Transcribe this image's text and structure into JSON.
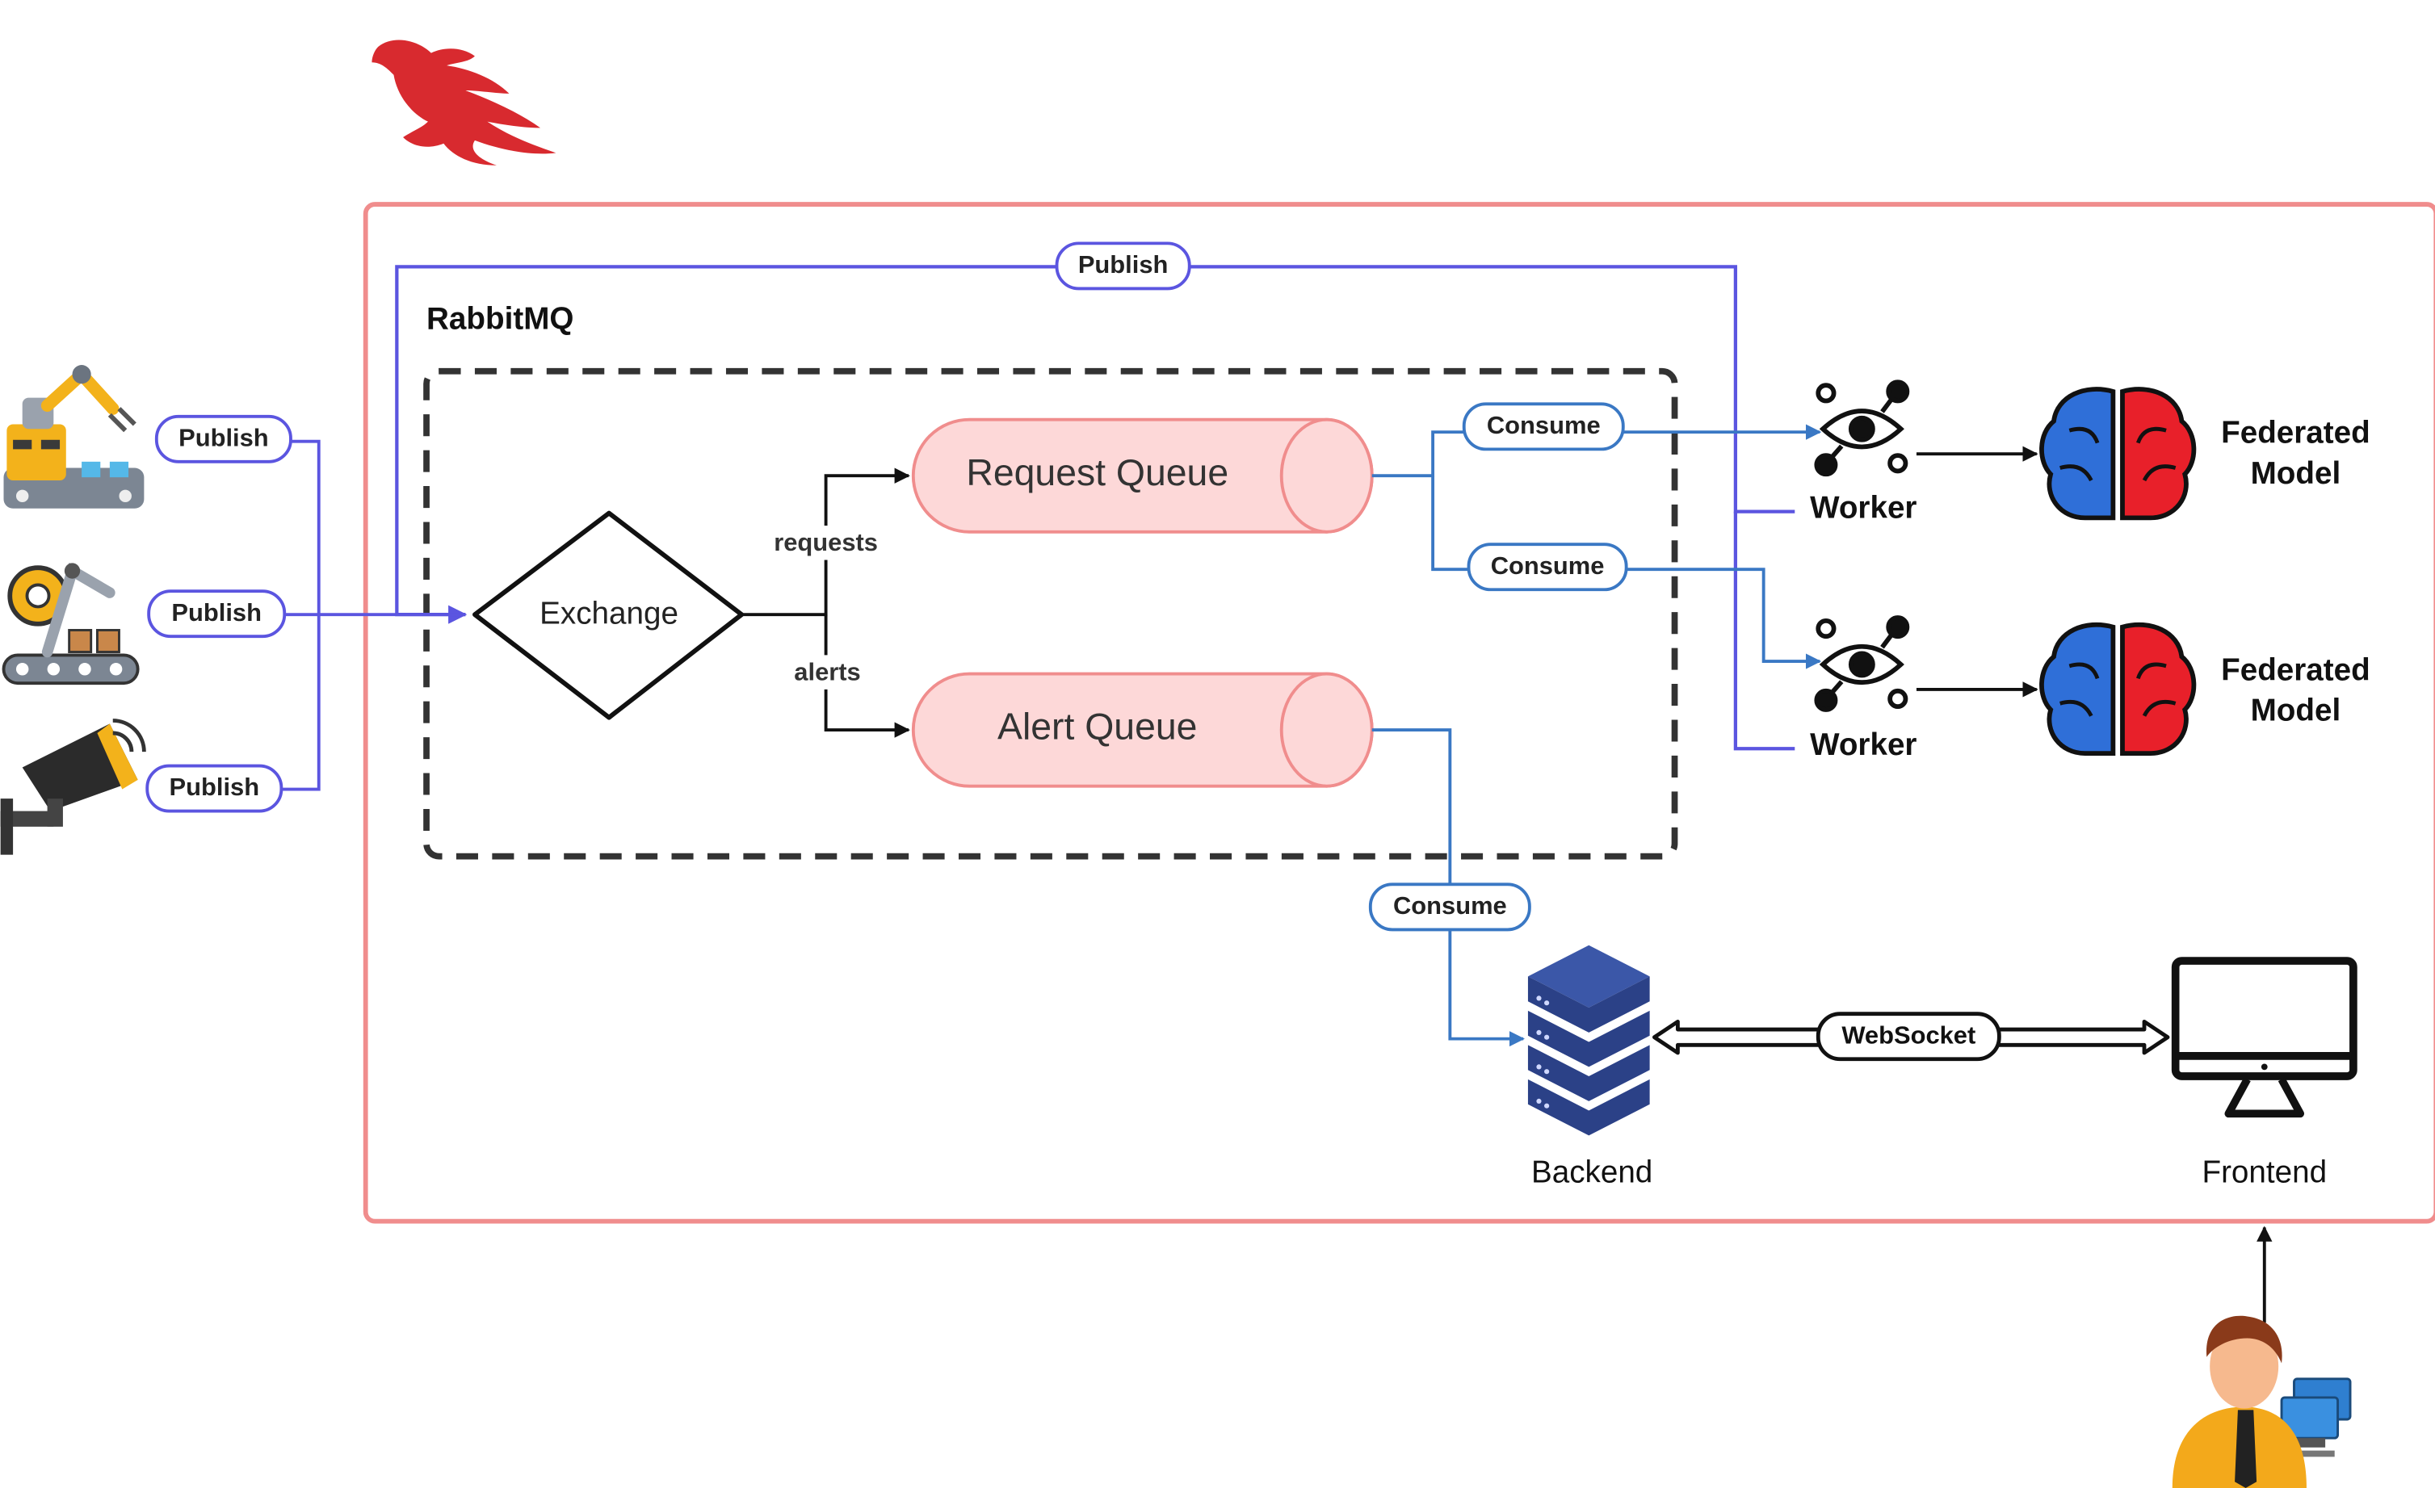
{
  "diagram": {
    "rabbitmq_title": "RabbitMQ",
    "exchange_label": "Exchange",
    "request_queue_label": "Request Queue",
    "alert_queue_label": "Alert Queue",
    "edge_requests": "requests",
    "edge_alerts": "alerts",
    "publish_top": "Publish",
    "publish_1": "Publish",
    "publish_2": "Publish",
    "publish_3": "Publish",
    "consume_1": "Consume",
    "consume_2": "Consume",
    "consume_3": "Consume",
    "worker_1": "Worker",
    "worker_2": "Worker",
    "model_1_line1": "Federated",
    "model_1_line2": "Model",
    "model_2_line1": "Federated",
    "model_2_line2": "Model",
    "websocket_label": "WebSocket",
    "backend_label": "Backend",
    "frontend_label": "Frontend"
  },
  "colors": {
    "outer_frame": "#f08d8d",
    "publish_line": "#5b55e0",
    "consume_line": "#3a78c4",
    "queue_fill": "#fdd8d8",
    "queue_stroke": "#f08d8d",
    "brain_left": "#2f6fd8",
    "brain_right": "#e8202a",
    "server": "#2b4187",
    "phoenix": "#d82a2f"
  },
  "icons": [
    "phoenix-logo-icon",
    "robot-arm-conveyor-icon",
    "gear-robot-arm-icon",
    "security-camera-icon",
    "eye-network-icon",
    "brain-icon",
    "server-stack-icon",
    "monitor-icon",
    "user-computer-icon"
  ]
}
